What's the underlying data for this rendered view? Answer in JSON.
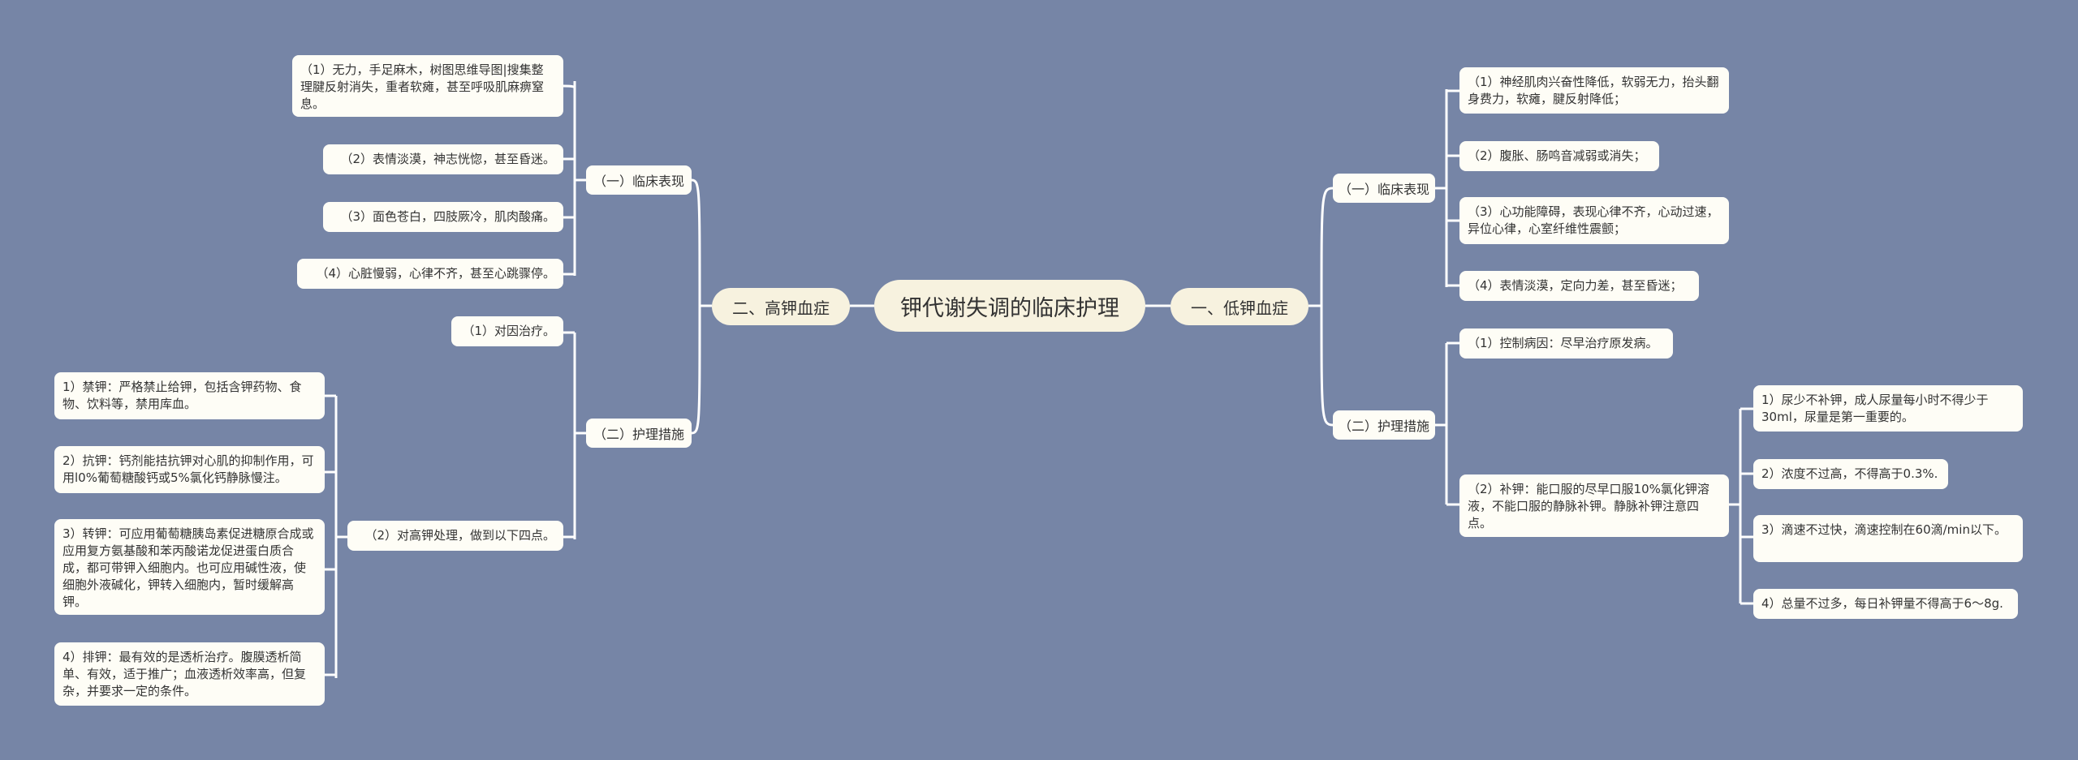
{
  "root": {
    "label": "钾代谢失调的临床护理"
  },
  "left_branch": {
    "label": "二、高钾血症",
    "clinical": {
      "label": "（一）临床表现",
      "items": [
        "（1）无力，手足麻木，树图思维导图|搜集整理腱反射消失，重者软瘫，甚至呼吸肌麻痹窒息。",
        "（2）表情淡漠，神志恍惚，甚至昏迷。",
        "（3）面色苍白，四肢厥冷，肌肉酸痛。",
        "（4）心脏慢弱，心律不齐，甚至心跳骤停。"
      ]
    },
    "nursing": {
      "label": "（二）护理措施",
      "items": [
        "（1）对因治疗。",
        "（2）对高钾处理，做到以下四点。"
      ],
      "sub_items": [
        "1）禁钾：严格禁止给钾，包括含钾药物、食物、饮料等，禁用库血。",
        "2）抗钾：钙剂能拮抗钾对心肌的抑制作用，可用l0%葡萄糖酸钙或5%氯化钙静脉慢注。",
        "3）转钾：可应用葡萄糖胰岛素促进糖原合成或应用复方氨基酸和苯丙酸诺龙促进蛋白质合成，都可带钾入细胞内。也可应用碱性液，使细胞外液碱化，钾转入细胞内，暂时缓解高钾。",
        "4）排钾：最有效的是透析治疗。腹膜透析简单、有效，适于推广；血液透析效率高，但复杂，并要求一定的条件。"
      ]
    }
  },
  "right_branch": {
    "label": "一、低钾血症",
    "clinical": {
      "label": "（一）临床表现",
      "items": [
        "（1）神经肌肉兴奋性降低，软弱无力，抬头翻身费力，软瘫，腱反射降低；",
        "（2）腹胀、肠鸣音减弱或消失；",
        "（3）心功能障碍，表现心律不齐，心动过速，异位心律，心室纤维性震颤；",
        "（4）表情淡漠，定向力差，甚至昏迷；"
      ]
    },
    "nursing": {
      "label": "（二）护理措施",
      "items": [
        "（1）控制病因：尽早治疗原发病。",
        "（2）补钾：能口服的尽早口服10%氯化钾溶液，不能口服的静脉补钾。静脉补钾注意四点。"
      ],
      "sub_items": [
        "1）尿少不补钾，成人尿量每小时不得少于30ml，尿量是第一重要的。",
        "2）浓度不过高，不得高于0.3%.",
        "3）滴速不过快，滴速控制在60滴/min以下。",
        "4）总量不过多，每日补钾量不得高于6～8g."
      ]
    }
  },
  "colors": {
    "background": "#7685a6",
    "node": "#fefdf6",
    "root": "#f7f2df",
    "line": "#ffffff"
  }
}
